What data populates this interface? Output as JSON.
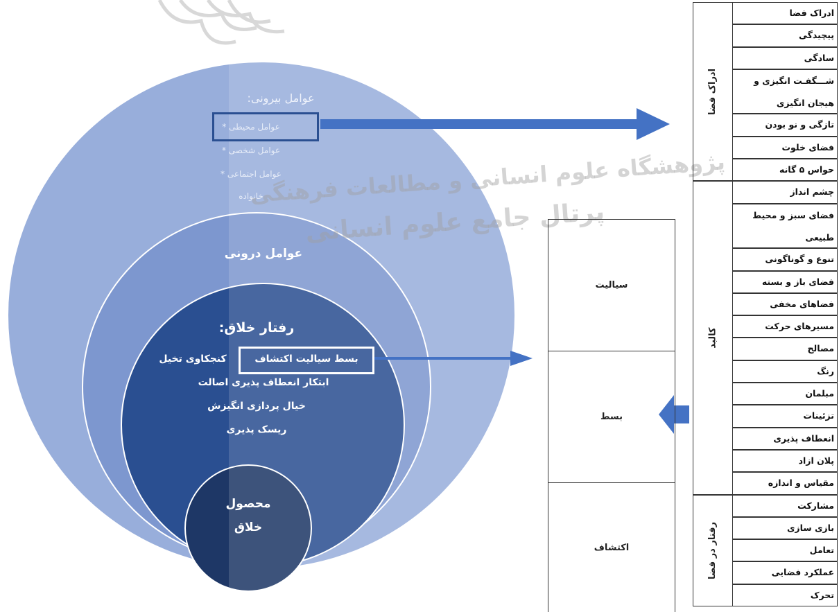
{
  "diagram": {
    "external_factors": {
      "title": "عوامل بیرونی:",
      "items": [
        "عوامل محیطی *",
        "عوامل شخصی *",
        "عوامل اجتماعی *",
        "خانواده"
      ]
    },
    "internal_factors": {
      "title": "عوامل درونی"
    },
    "creative_behavior": {
      "title": "رفتار خلاق:",
      "line1_highlight": "بسط  سیالیت  اکتشاف",
      "line1_rest": "کنجکاوی  تخیل",
      "line2": "ابتکار  انعطاف پذیری  اصالت",
      "line3": "خیال پردازی  انگیزش",
      "line4": "ریسک پذیری"
    },
    "creative_product": {
      "line1": "محصول",
      "line2": "خلاق"
    }
  },
  "middle_table": [
    "سیالیت",
    "بسط",
    "اکتشاف"
  ],
  "right_table": {
    "groups": [
      {
        "label": "ادراک فضا",
        "items": [
          "ادراک فضا",
          "پیچیدگی",
          "سادگی",
          "شـــگفـت انگیزی و هیجان انگیزی",
          "تازگی و نو بودن",
          "فضای خلوت",
          "حواس ۵ گانه"
        ]
      },
      {
        "label": "کالبد",
        "items": [
          "چشم انداز",
          "فضای سبز و محیط طبیعی",
          "تنوع و گوناگونی",
          "فضای باز و بسته",
          "فضاهای مخفی",
          "مسیرهای حرکت",
          "مصالح",
          "رنگ",
          "مبلمان",
          "تزئینات",
          "انعطاف پذیری",
          "پلان ازاد",
          "مقیاس و اندازه"
        ]
      },
      {
        "label": "رفتار در فضا",
        "items": [
          "مشارکت",
          "بازی سازی",
          "تعامل",
          "عملکرد فضایی",
          "تحرک"
        ]
      }
    ]
  },
  "watermark": {
    "line1": "پژوهشگاه علوم انسانی و مطالعات فرهنگی",
    "line2": "پرتال جامع علوم انسانی"
  },
  "colors": {
    "outer_circle": "#98aedb",
    "internal_circle": "#7d97cf",
    "behavior_circle": "#2a4f91",
    "product_circle": "#1e3766",
    "arrow": "#4472c4"
  }
}
